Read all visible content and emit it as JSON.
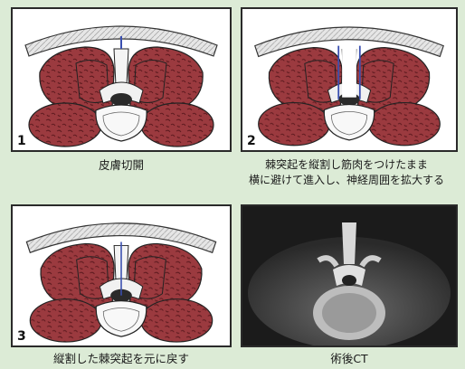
{
  "panels": [
    {
      "number": "1",
      "caption": "皮膚切開"
    },
    {
      "number": "2",
      "caption_line1": "棘突起を縦割し筋肉をつけたまま",
      "caption_line2": "横に避けて進入し、神経周囲を拡大する"
    },
    {
      "number": "3",
      "caption": "縦割した棘突起を元に戻す"
    },
    {
      "caption": "術後CT"
    }
  ],
  "colors": {
    "background": "#dcebd6",
    "muscle": "#9b3a3f",
    "skin": "#d8d8d8",
    "incision": "#3a4fb0"
  }
}
